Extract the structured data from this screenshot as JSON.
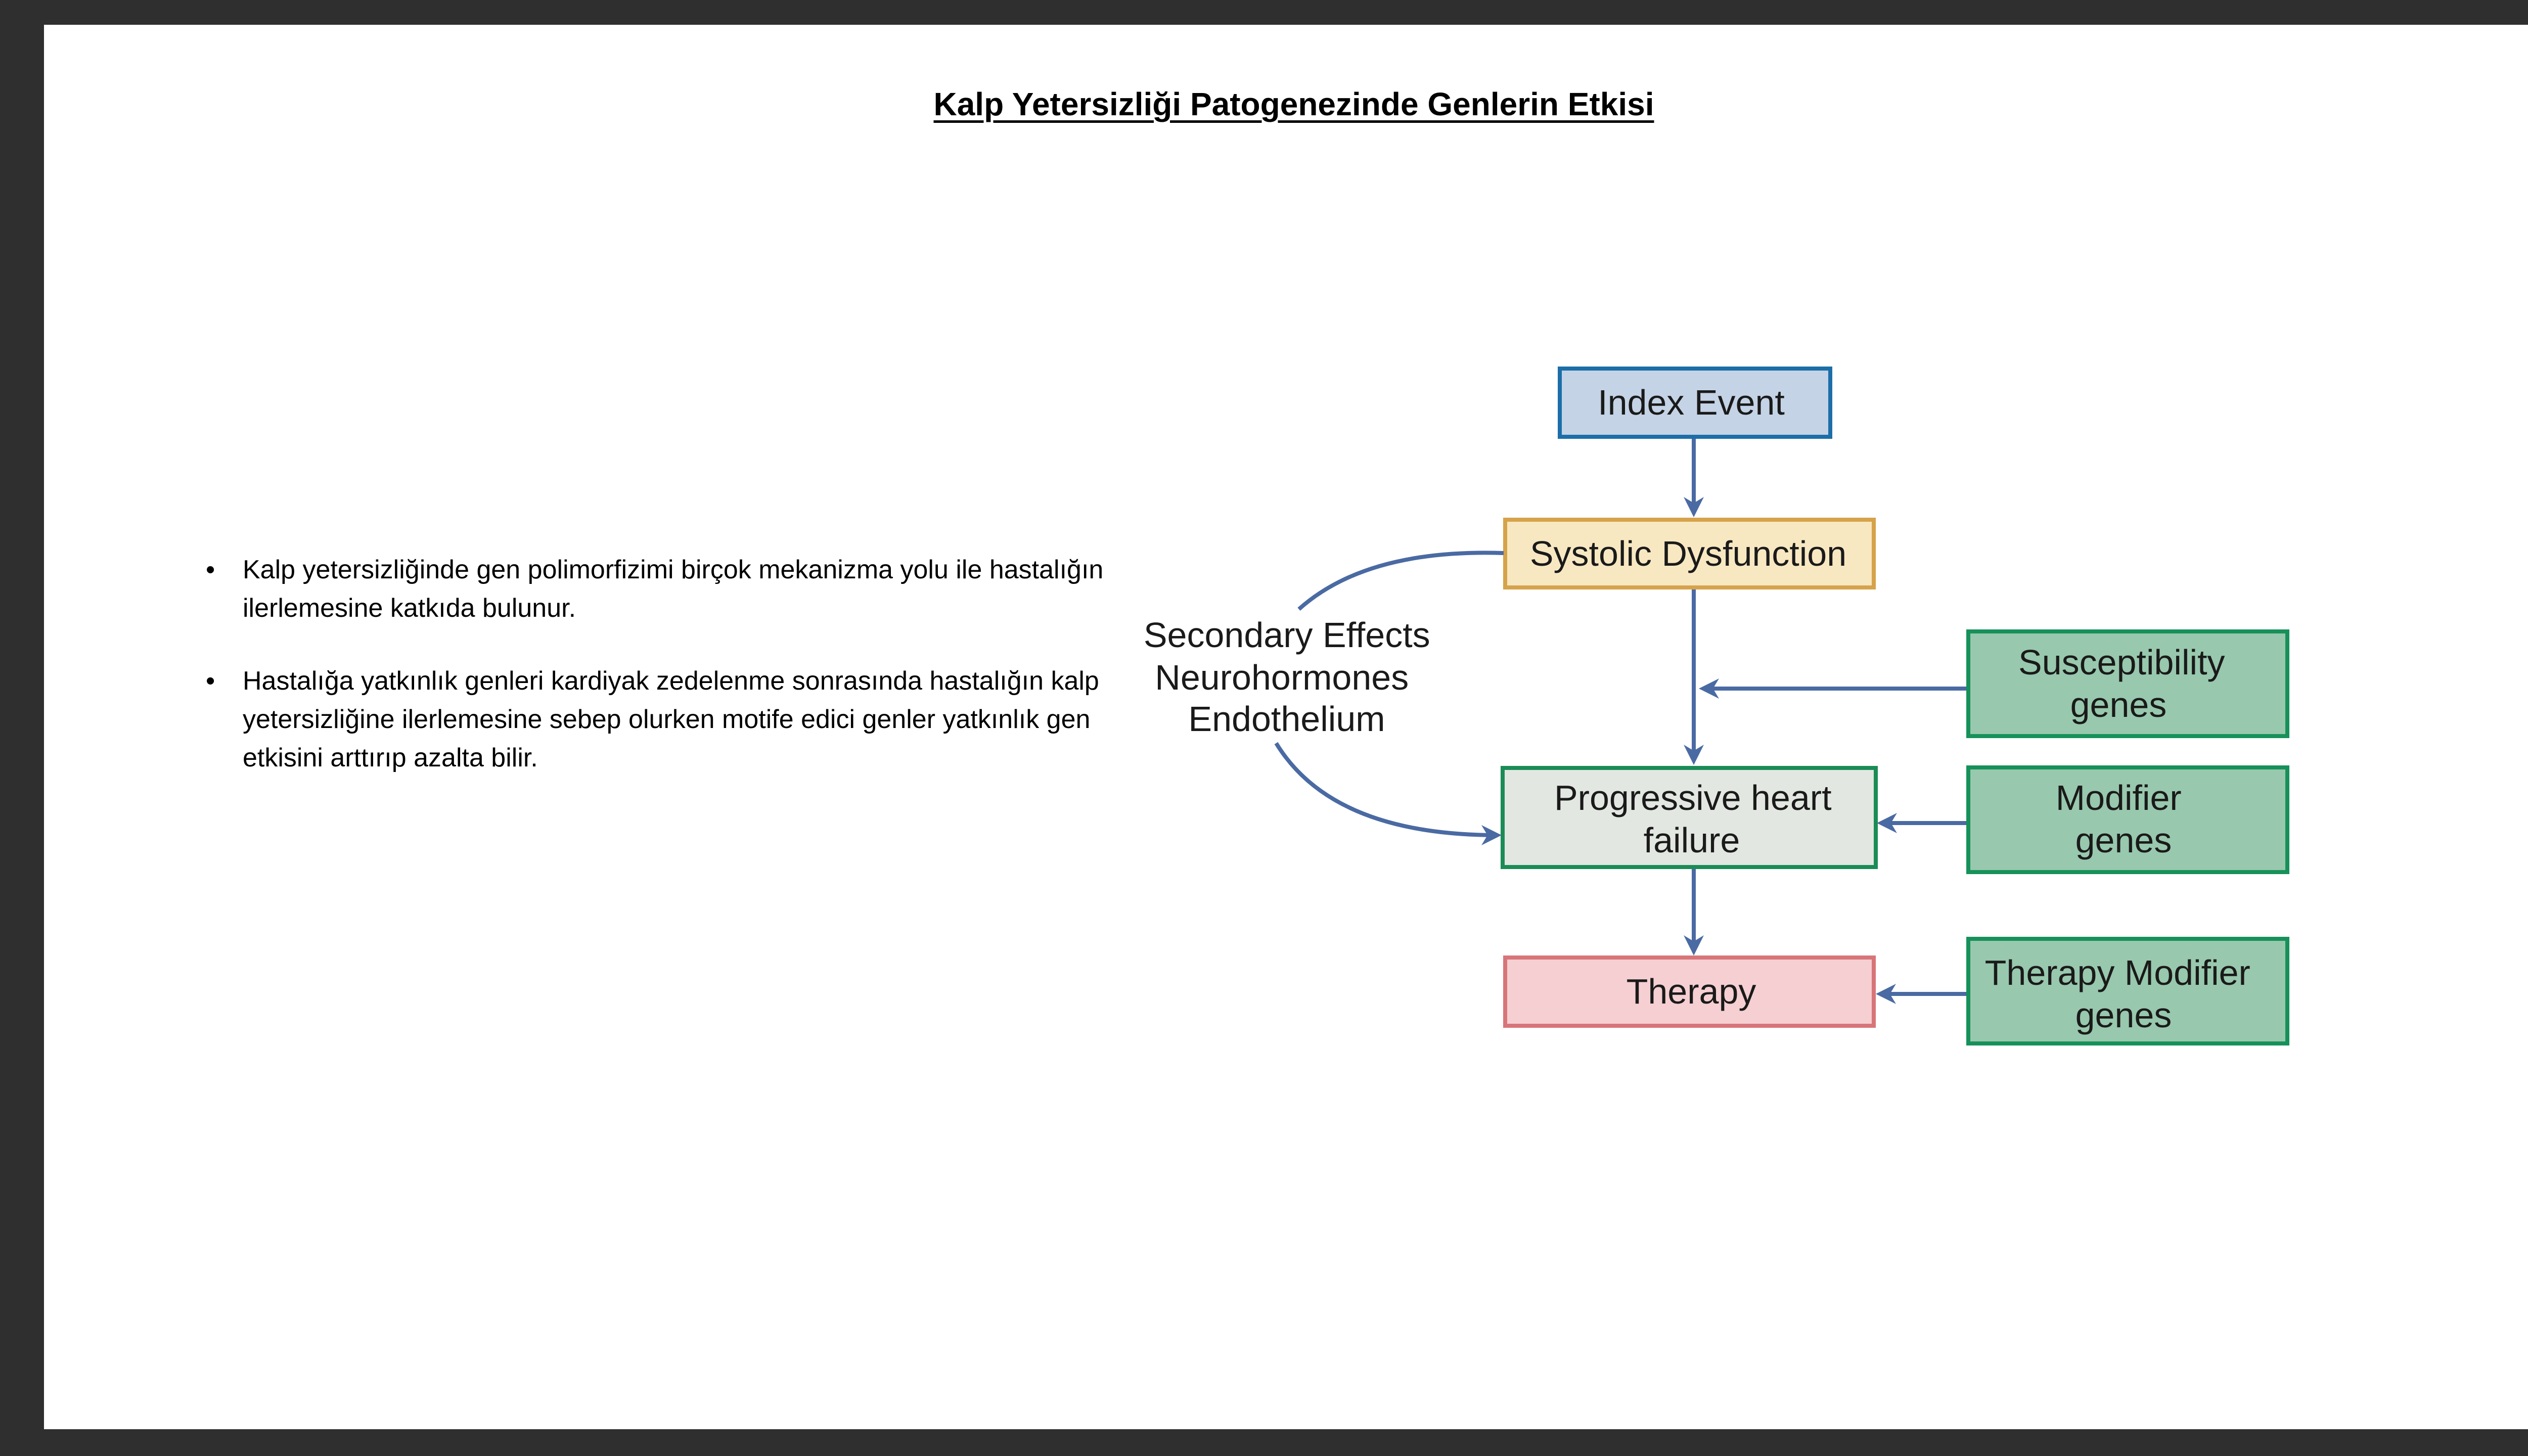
{
  "slide_title": "Kalp Yetersizliği Patogenezinde Genlerin Etkisi",
  "bullets": [
    "Kalp yetersizliğinde gen polimorfizimi birçok mekanizma yolu ile hastalığın ilerlemesine katkıda bulunur.",
    "Hastalığa yatkınlık genleri kardiyak zedelenme sonrasında hastalığın kalp yetersizliğine ilerlemesine sebep olurken motife edici genler yatkınlık gen etkisini arttırıp azalta bilir."
  ],
  "diagram": {
    "index_event": [
      "Index Event"
    ],
    "systolic": [
      "Systolic Dysfunction"
    ],
    "progressive": [
      "Progressive heart",
      "failure"
    ],
    "therapy": [
      "Therapy"
    ],
    "susceptibility": [
      "Susceptibility",
      "genes"
    ],
    "modifier": [
      "Modifier",
      "genes"
    ],
    "therapy_modifier": [
      "Therapy Modifier",
      "genes"
    ],
    "secondary": [
      "Secondary Effects",
      "Neurohormones",
      "Endothelium"
    ]
  },
  "colors": {
    "arrow": "#4a6aa3",
    "index_fill": "#c4d3e5",
    "index_stroke": "#1c6ea8",
    "systolic_fill": "#f8e8c2",
    "systolic_stroke": "#d6a24a",
    "progressive_fill": "#e2e7e1",
    "progressive_stroke": "#1a8c55",
    "therapy_fill": "#f5cfd2",
    "therapy_stroke": "#d77579",
    "gene_fill": "#98c8ad",
    "gene_stroke": "#16915a"
  }
}
